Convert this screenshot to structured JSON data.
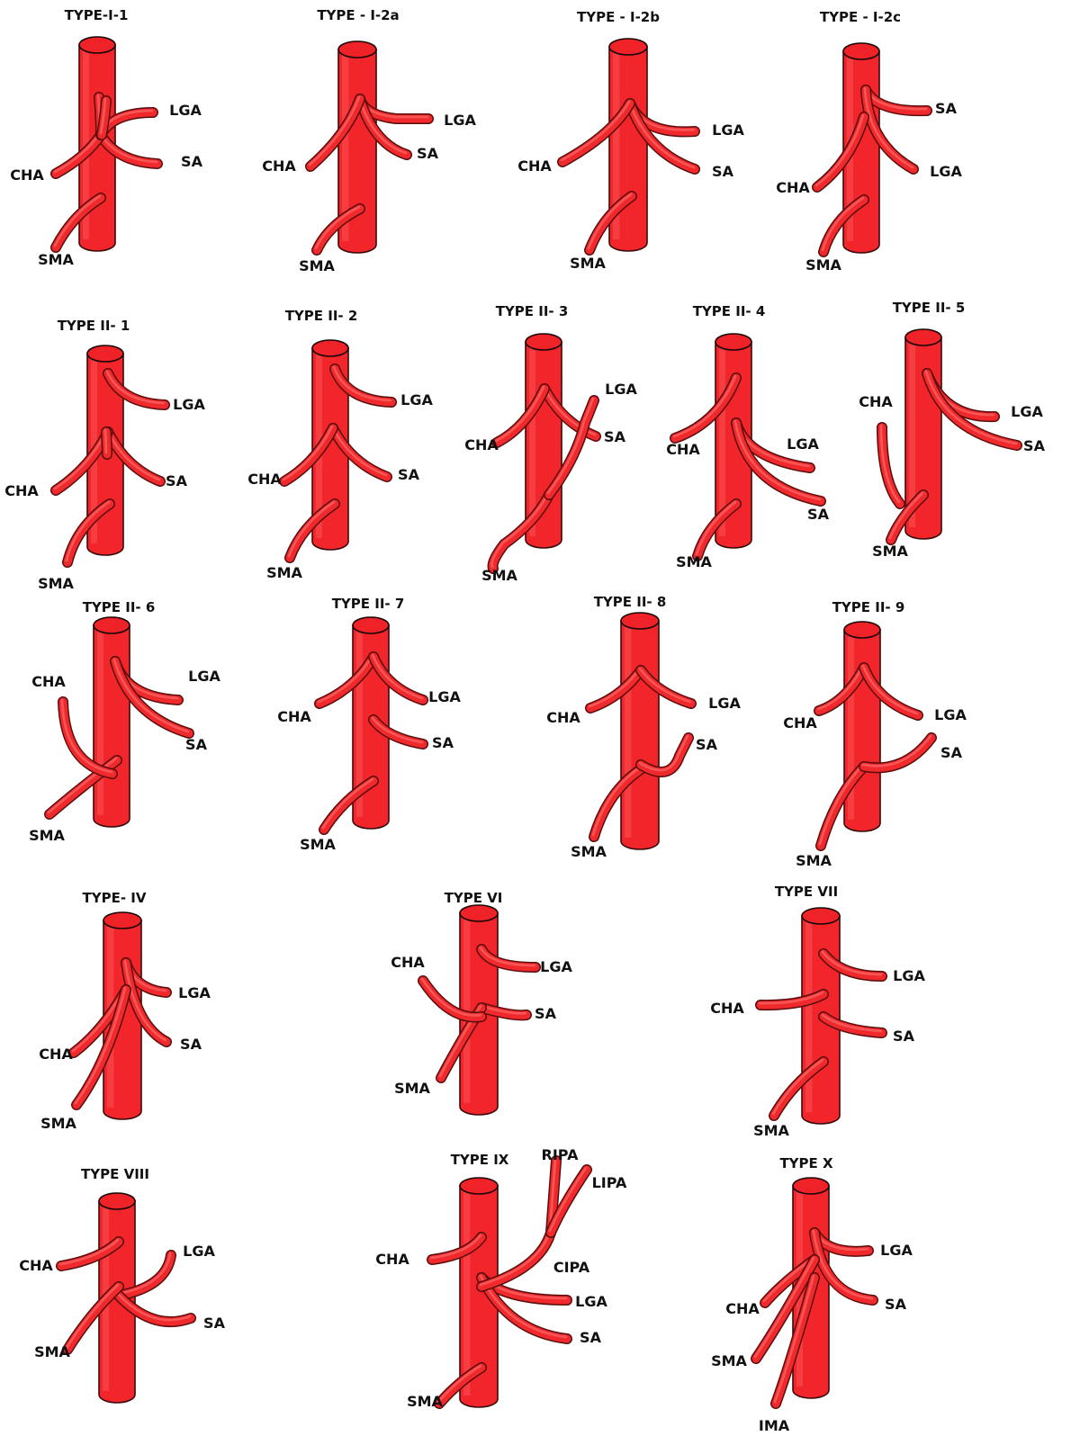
{
  "panels": [
    {
      "id": "I-1",
      "title": "TYPE-I-1",
      "labels": {
        "LGA": "LGA",
        "SA": "SA",
        "CHA": "CHA",
        "SMA": "SMA"
      }
    },
    {
      "id": "I-2a",
      "title": "TYPE - I-2a",
      "labels": {
        "LGA": "LGA",
        "SA": "SA",
        "CHA": "CHA",
        "SMA": "SMA"
      }
    },
    {
      "id": "I-2b",
      "title": "TYPE - I-2b",
      "labels": {
        "LGA": "LGA",
        "SA": "SA",
        "CHA": "CHA",
        "SMA": "SMA"
      }
    },
    {
      "id": "I-2c",
      "title": "TYPE - I-2c",
      "labels": {
        "SA": "SA",
        "LGA": "LGA",
        "CHA": "CHA",
        "SMA": "SMA"
      }
    },
    {
      "id": "II-1",
      "title": "TYPE II- 1",
      "labels": {
        "LGA": "LGA",
        "SA": "SA",
        "CHA": "CHA",
        "SMA": "SMA"
      }
    },
    {
      "id": "II-2",
      "title": "TYPE II- 2",
      "labels": {
        "LGA": "LGA",
        "SA": "SA",
        "CHA": "CHA",
        "SMA": "SMA"
      }
    },
    {
      "id": "II-3",
      "title": "TYPE II- 3",
      "labels": {
        "LGA": "LGA",
        "SA": "SA",
        "CHA": "CHA",
        "SMA": "SMA"
      }
    },
    {
      "id": "II-4",
      "title": "TYPE II- 4",
      "labels": {
        "LGA": "LGA",
        "SA": "SA",
        "CHA": "CHA",
        "SMA": "SMA"
      }
    },
    {
      "id": "II-5",
      "title": "TYPE II- 5",
      "labels": {
        "LGA": "LGA",
        "SA": "SA",
        "CHA": "CHA",
        "SMA": "SMA"
      }
    },
    {
      "id": "II-6",
      "title": "TYPE II- 6",
      "labels": {
        "LGA": "LGA",
        "SA": "SA",
        "CHA": "CHA",
        "SMA": "SMA"
      }
    },
    {
      "id": "II-7",
      "title": "TYPE II- 7",
      "labels": {
        "LGA": "LGA",
        "SA": "SA",
        "CHA": "CHA",
        "SMA": "SMA"
      }
    },
    {
      "id": "II-8",
      "title": "TYPE II- 8",
      "labels": {
        "LGA": "LGA",
        "SA": "SA",
        "CHA": "CHA",
        "SMA": "SMA"
      }
    },
    {
      "id": "II-9",
      "title": "TYPE II- 9",
      "labels": {
        "LGA": "LGA",
        "SA": "SA",
        "CHA": "CHA",
        "SMA": "SMA"
      }
    },
    {
      "id": "IV",
      "title": "TYPE- IV",
      "labels": {
        "LGA": "LGA",
        "SA": "SA",
        "CHA": "CHA",
        "SMA": "SMA"
      }
    },
    {
      "id": "VI",
      "title": "TYPE VI",
      "labels": {
        "CHA": "CHA",
        "LGA": "LGA",
        "SA": "SA",
        "SMA": "SMA"
      }
    },
    {
      "id": "VII",
      "title": "TYPE VII",
      "labels": {
        "LGA": "LGA",
        "CHA": "CHA",
        "SA": "SA",
        "SMA": "SMA"
      }
    },
    {
      "id": "VIII",
      "title": "TYPE VIII",
      "labels": {
        "CHA": "CHA",
        "LGA": "LGA",
        "SA": "SA",
        "SMA": "SMA"
      }
    },
    {
      "id": "IX",
      "title": "TYPE IX",
      "labels": {
        "RIPA": "RIPA",
        "LIPA": "LIPA",
        "CHA": "CHA",
        "CIPA": "CIPA",
        "LGA": "LGA",
        "SA": "SA",
        "SMA": "SMA"
      }
    },
    {
      "id": "X",
      "title": "TYPE X",
      "labels": {
        "LGA": "LGA",
        "CHA": "CHA",
        "SA": "SA",
        "SMA": "SMA",
        "IMA": "IMA"
      }
    }
  ],
  "colors": {
    "vessel": "#f0292c",
    "outline": "#3a0a0a",
    "highlight": "#ff7a7c",
    "text": "#111111"
  }
}
